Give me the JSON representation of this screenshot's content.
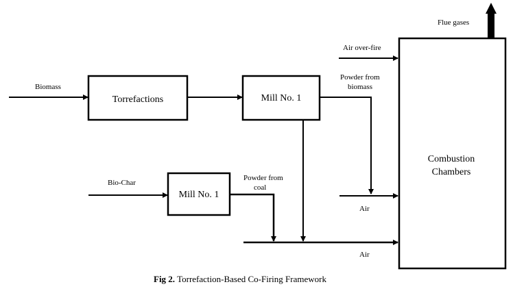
{
  "blocks": {
    "torrefaction": "Torrefactions",
    "mill_top": "Mill No. 1",
    "mill_bottom": "Mill No. 1",
    "combustion_line1": "Combustion",
    "combustion_line2": "Chambers"
  },
  "labels": {
    "biomass": "Biomass",
    "bio_char": "Bio-Char",
    "air_over_fire": "Air over-fire",
    "powder_biomass_1": "Powder from",
    "powder_biomass_2": "biomass",
    "powder_coal_1": "Powder from",
    "powder_coal_2": "coal",
    "air_mid": "Air",
    "air_bottom": "Air",
    "flue_gases": "Flue gases"
  },
  "caption": {
    "prefix": "Fig 2.",
    "text": " Torrefaction-Based Co-Firing Framework"
  }
}
